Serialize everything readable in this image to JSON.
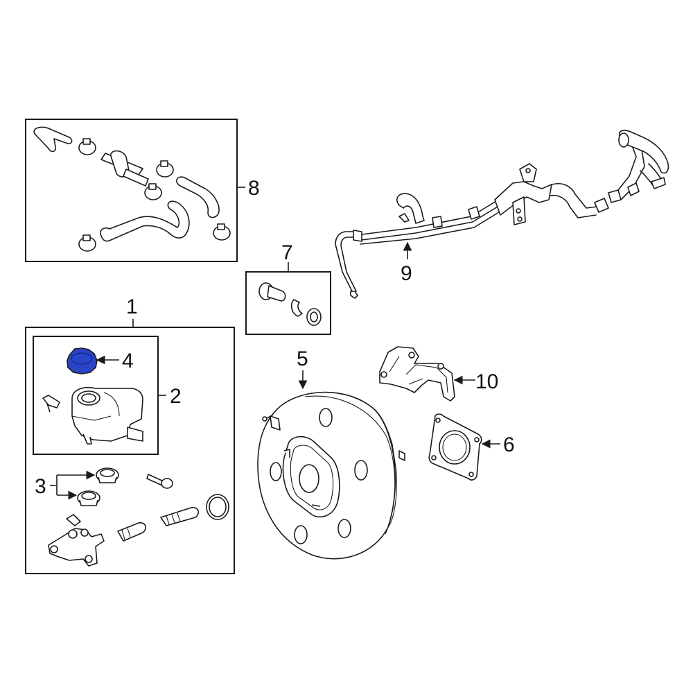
{
  "callouts": {
    "c1": "1",
    "c2": "2",
    "c3": "3",
    "c4": "4",
    "c5": "5",
    "c6": "6",
    "c7": "7",
    "c8": "8",
    "c9": "9",
    "c10": "10"
  },
  "colors": {
    "highlight": "#2b45c9",
    "line": "#1a1a1a",
    "background": "#ffffff"
  }
}
